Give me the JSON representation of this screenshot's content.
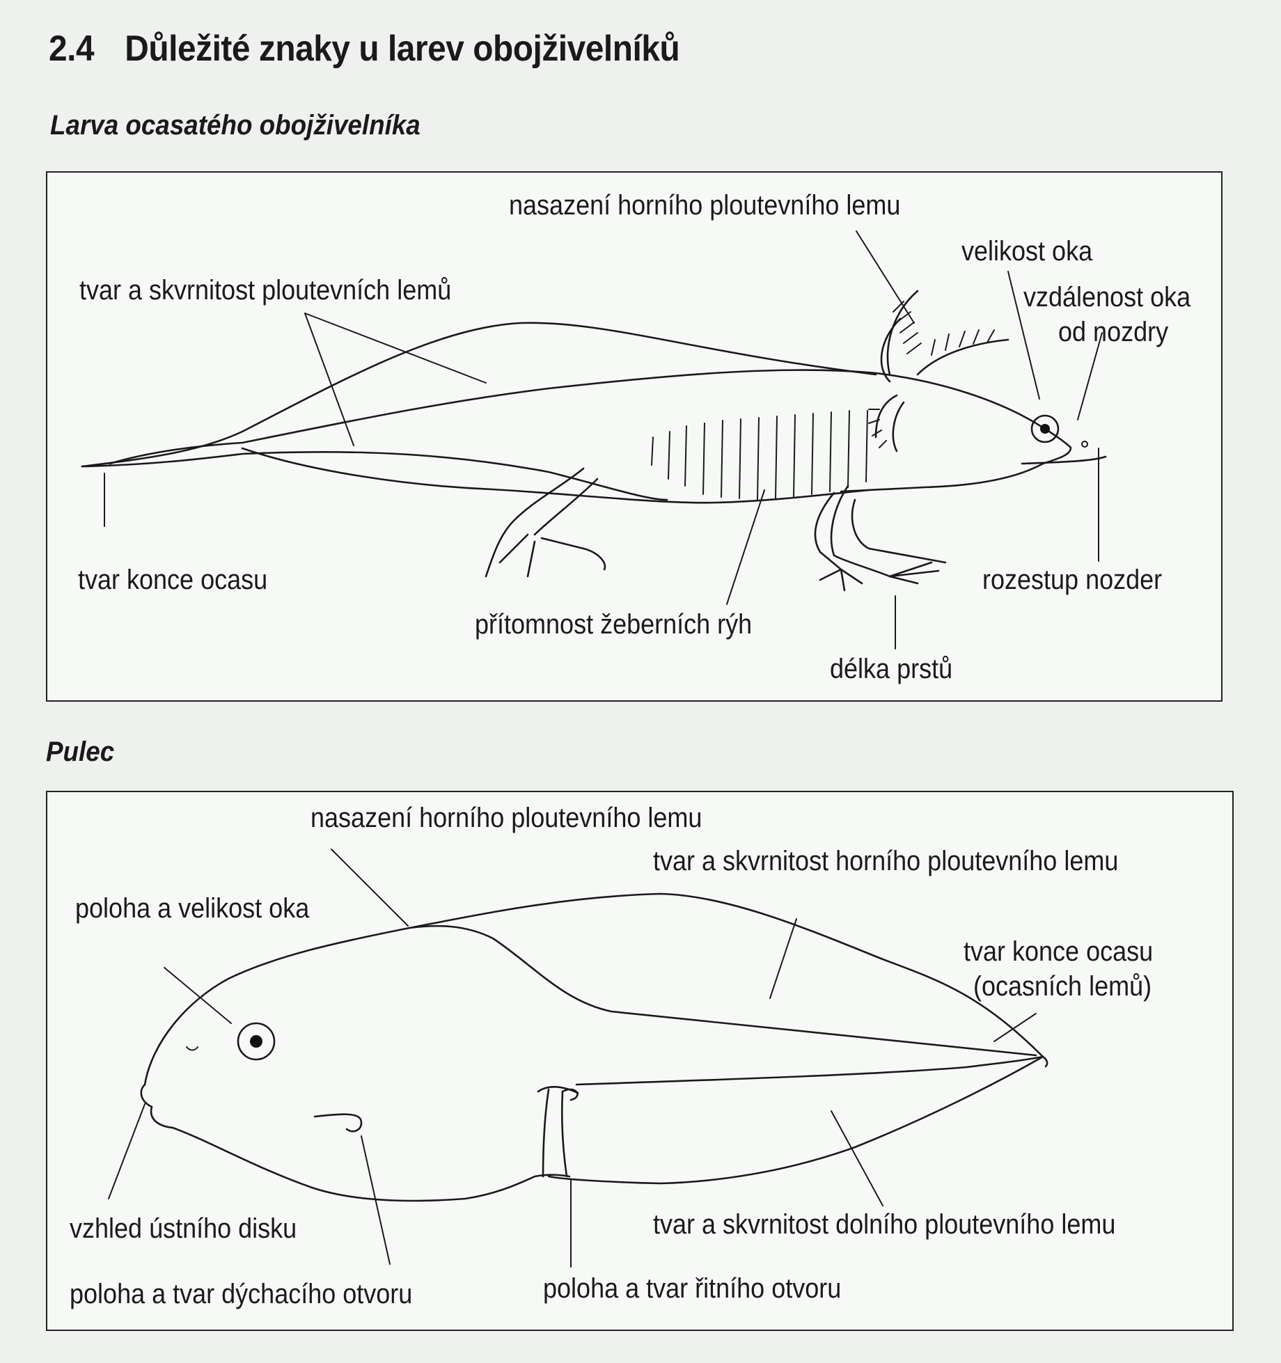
{
  "page": {
    "section_number": "2.4",
    "title": "Důležité znaky u larev obojživelníků"
  },
  "larva": {
    "heading": "Larva ocasatého obojživelníka",
    "labels": {
      "upper_fin_origin": "nasazení horního ploutevního lemu",
      "eye_size": "velikost oka",
      "eye_nostril_distance_1": "vzdálenost oka",
      "eye_nostril_distance_2": "od nozdry",
      "fin_shape_spots": "tvar a skvrnitost ploutevních lemů",
      "tail_tip_shape": "tvar konce ocasu",
      "nostril_spacing": "rozestup nozder",
      "costal_grooves": "přítomnost žeberních rýh",
      "toe_length": "délka prstů"
    }
  },
  "tadpole": {
    "heading": "Pulec",
    "labels": {
      "upper_fin_origin": "nasazení horního ploutevního lemu",
      "upper_fin_shape": "tvar a skvrnitost horního ploutevního lemu",
      "eye_position_size": "poloha a velikost oka",
      "tail_tip_1": "tvar konce ocasu",
      "tail_tip_2": "(ocasních lemů)",
      "oral_disc": "vzhled ústního disku",
      "lower_fin_shape": "tvar a skvrnitost dolního ploutevního lemu",
      "spiracle": "poloha a tvar dýchacího otvoru",
      "vent": "poloha a tvar řitního otvoru"
    }
  }
}
